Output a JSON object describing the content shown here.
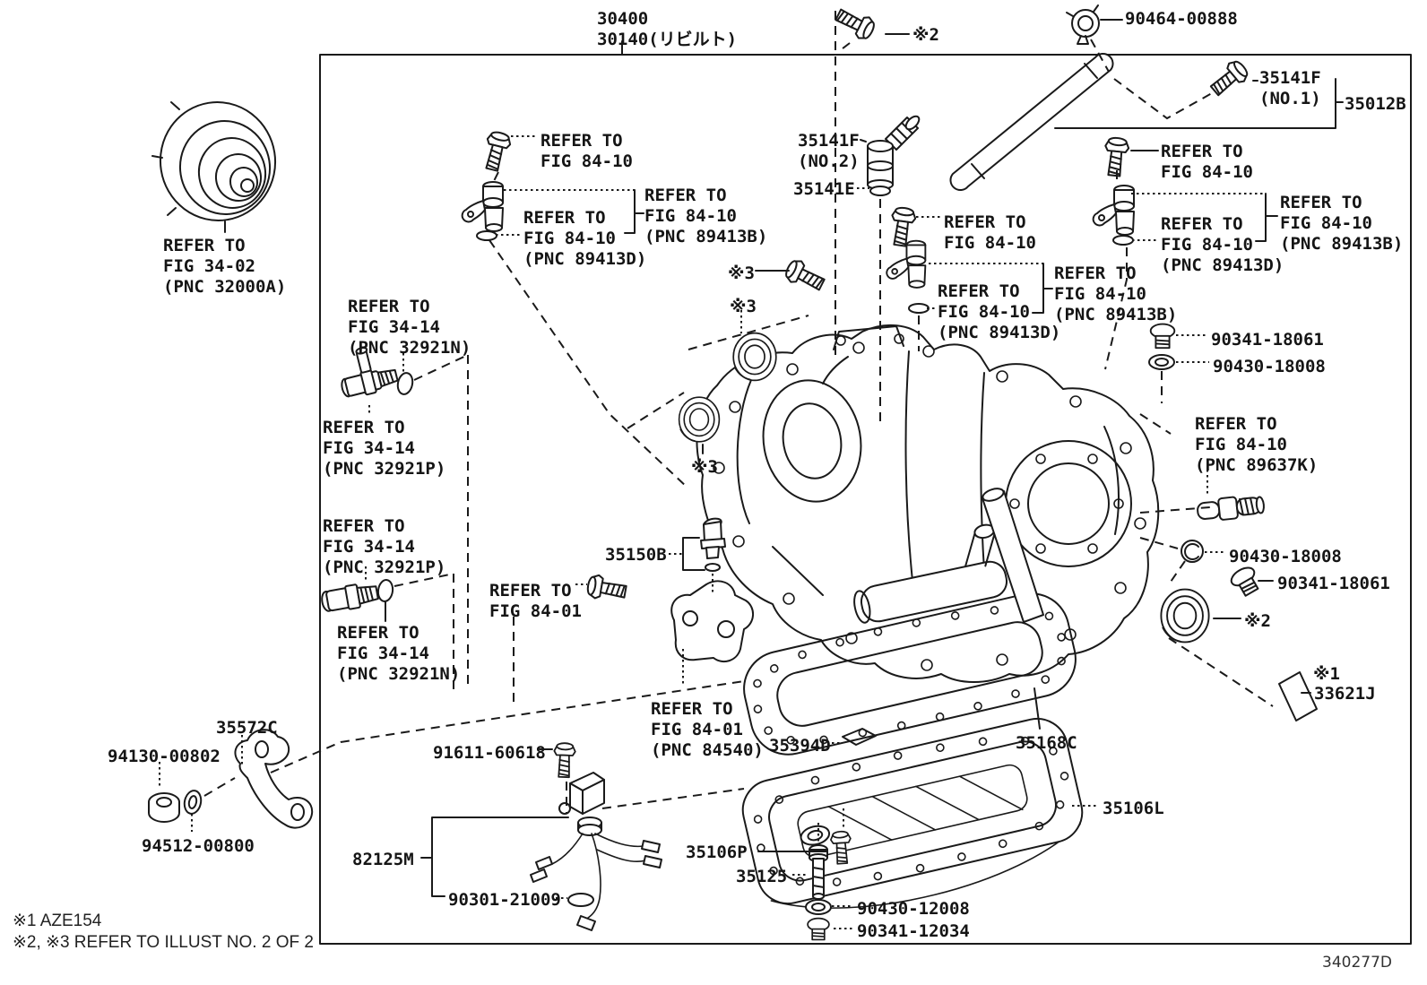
{
  "drawing": {
    "code": "340277D",
    "footnotes": [
      "※1 AZE154",
      "※2, ※3 REFER TO ILLUST NO. 2 OF 2"
    ]
  },
  "callouts": [
    {
      "id": "assembly-number",
      "text": "30400\n30140(リビルト)"
    },
    {
      "id": "star2-top-bolt",
      "text": "※2"
    },
    {
      "id": "clamp-90464",
      "text": "90464-00888"
    },
    {
      "id": "union-35141F-no1",
      "text": "35141F\n(NO.1)"
    },
    {
      "id": "pipe-35012B",
      "text": "35012B"
    },
    {
      "id": "ref-8410-bolt-left",
      "text": "REFER TO\nFIG 84-10"
    },
    {
      "id": "union-35141F-no2",
      "text": "35141F\n(NO.2)"
    },
    {
      "id": "oring-35141E",
      "text": "35141E"
    },
    {
      "id": "ref-8410-bolt-right",
      "text": "REFER TO\nFIG 84-10"
    },
    {
      "id": "ref-89413B-left",
      "text": "REFER TO\nFIG 84-10\n(PNC 89413B)"
    },
    {
      "id": "ref-89413D-left",
      "text": "REFER TO\nFIG 84-10\n(PNC 89413D)"
    },
    {
      "id": "ref-8410-bolt-center",
      "text": "REFER TO\nFIG 84-10"
    },
    {
      "id": "ref-89413B-right",
      "text": "REFER TO\nFIG 84-10\n(PNC 89413B)"
    },
    {
      "id": "ref-89413D-right",
      "text": "REFER TO\nFIG 84-10\n(PNC 89413D)"
    },
    {
      "id": "ref-89413B-center",
      "text": "REFER TO\nFIG 84-10\n(PNC 89413B)"
    },
    {
      "id": "ref-89413D-center",
      "text": "REFER TO\nFIG 84-10\n(PNC 89413D)"
    },
    {
      "id": "star3-bolt",
      "text": "※3"
    },
    {
      "id": "star3-seal-upper",
      "text": "※3"
    },
    {
      "id": "star3-seal-lower",
      "text": "※3"
    },
    {
      "id": "ref-torque-converter",
      "text": "REFER TO\nFIG 34-02\n(PNC 32000A)"
    },
    {
      "id": "ref-32921N-upper",
      "text": "REFER TO\nFIG 34-14\n(PNC 32921N)"
    },
    {
      "id": "ref-32921P-upper",
      "text": "REFER TO\nFIG 34-14\n(PNC 32921P)"
    },
    {
      "id": "ref-32921P-lower",
      "text": "REFER TO\nFIG 34-14\n(PNC 32921P)"
    },
    {
      "id": "ref-32921N-lower",
      "text": "REFER TO\nFIG 34-14\n(PNC 32921N)"
    },
    {
      "id": "plug-90341-18061-a",
      "text": "90341-18061"
    },
    {
      "id": "washer-90430-18008-a",
      "text": "90430-18008"
    },
    {
      "id": "ref-89637K",
      "text": "REFER TO\nFIG 84-10\n(PNC 89637K)"
    },
    {
      "id": "washer-90430-18008-b",
      "text": "90430-18008"
    },
    {
      "id": "plug-90341-18061-b",
      "text": "90341-18061"
    },
    {
      "id": "star2-seal",
      "text": "※2"
    },
    {
      "id": "star1-plate",
      "text": "※1"
    },
    {
      "id": "plate-33621J",
      "text": "33621J"
    },
    {
      "id": "valve-35150B",
      "text": "35150B"
    },
    {
      "id": "ref-8401-bolt",
      "text": "REFER TO\nFIG 84-01"
    },
    {
      "id": "ref-84540",
      "text": "REFER TO\nFIG 84-01\n(PNC 84540)"
    },
    {
      "id": "magnet-35394D",
      "text": "35394D"
    },
    {
      "id": "gasket-35168C",
      "text": "35168C"
    },
    {
      "id": "oilpan-35106L",
      "text": "35106L"
    },
    {
      "id": "lever-35572C",
      "text": "35572C"
    },
    {
      "id": "nut-94130-00802",
      "text": "94130-00802"
    },
    {
      "id": "washer-94512-00800",
      "text": "94512-00800"
    },
    {
      "id": "bolt-91611-60618",
      "text": "91611-60618"
    },
    {
      "id": "harness-82125M",
      "text": "82125M"
    },
    {
      "id": "oring-90301-21009",
      "text": "90301-21009"
    },
    {
      "id": "bolt-35106P",
      "text": "35106P"
    },
    {
      "id": "bolt-35125",
      "text": "35125"
    },
    {
      "id": "washer-90430-12008",
      "text": "90430-12008"
    },
    {
      "id": "plug-90341-12034",
      "text": "90341-12034"
    }
  ]
}
